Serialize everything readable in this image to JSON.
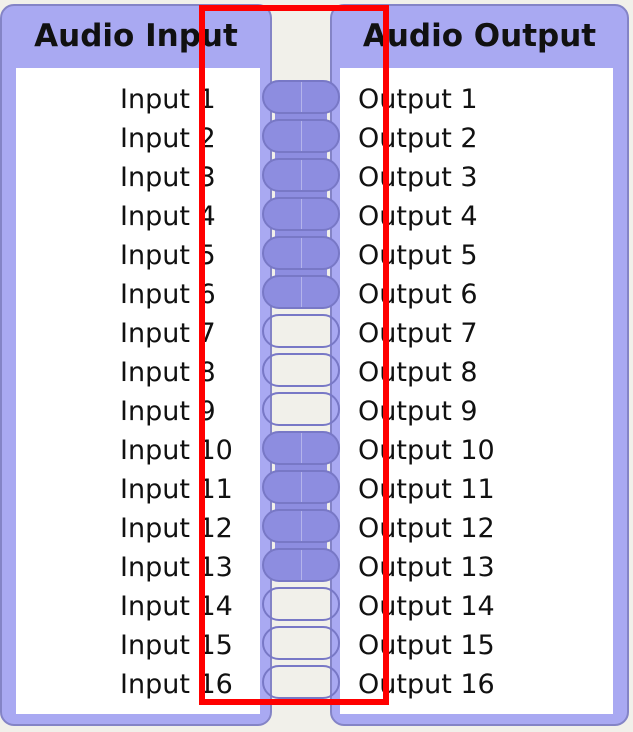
{
  "audio_input": {
    "title": "Audio Input",
    "ports": [
      "Input 1",
      "Input 2",
      "Input 3",
      "Input 4",
      "Input 5",
      "Input 6",
      "Input 7",
      "Input 8",
      "Input 9",
      "Input 10",
      "Input 11",
      "Input 12",
      "Input 13",
      "Input 14",
      "Input 15",
      "Input 16"
    ]
  },
  "audio_output": {
    "title": "Audio Output",
    "ports": [
      "Output 1",
      "Output 2",
      "Output 3",
      "Output 4",
      "Output 5",
      "Output 6",
      "Output 7",
      "Output 8",
      "Output 9",
      "Output 10",
      "Output 11",
      "Output 12",
      "Output 13",
      "Output 14",
      "Output 15",
      "Output 16"
    ]
  },
  "connections": [
    true,
    true,
    true,
    true,
    true,
    true,
    false,
    false,
    false,
    true,
    true,
    true,
    true,
    false,
    false,
    false
  ],
  "colors": {
    "panel": "#a9a9f2",
    "connector_on": "#8d8de0",
    "connector_border": "#7878c6",
    "highlight": "#ff0000",
    "background": "#f1f0ea"
  }
}
